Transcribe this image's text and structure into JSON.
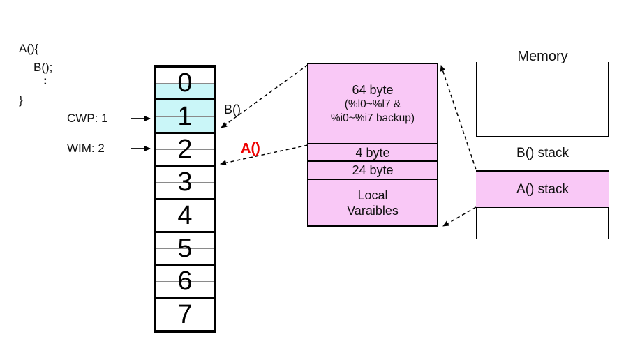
{
  "code": {
    "line1": "A(){",
    "line2": "B();",
    "line3": ":",
    "line4": "}"
  },
  "registers": {
    "cwp_label": "CWP: 1",
    "wim_label": "WIM: 2",
    "windows": [
      {
        "num": "0",
        "highlight": "half-cyan"
      },
      {
        "num": "1",
        "highlight": "full-cyan"
      },
      {
        "num": "2",
        "highlight": "none"
      },
      {
        "num": "3",
        "highlight": "none"
      },
      {
        "num": "4",
        "highlight": "none"
      },
      {
        "num": "5",
        "highlight": "none"
      },
      {
        "num": "6",
        "highlight": "none"
      },
      {
        "num": "7",
        "highlight": "none"
      }
    ]
  },
  "callers": {
    "b_label": "B()",
    "a_label": "A()"
  },
  "frame_box": {
    "sections": [
      {
        "lines": [
          "64 byte",
          "(%l0~%l7 &",
          "%i0~%i7 backup)"
        ]
      },
      {
        "lines": [
          "4 byte"
        ]
      },
      {
        "lines": [
          "24 byte"
        ]
      },
      {
        "lines": [
          "Local",
          "Varaibles"
        ]
      }
    ]
  },
  "memory": {
    "title": "Memory",
    "b_stack_label": "B() stack",
    "a_stack_label": "A() stack"
  },
  "colors": {
    "highlight_cyan": "#caf6f8",
    "frame_pink": "#f9c8f6",
    "accent_red": "#ee0000"
  }
}
